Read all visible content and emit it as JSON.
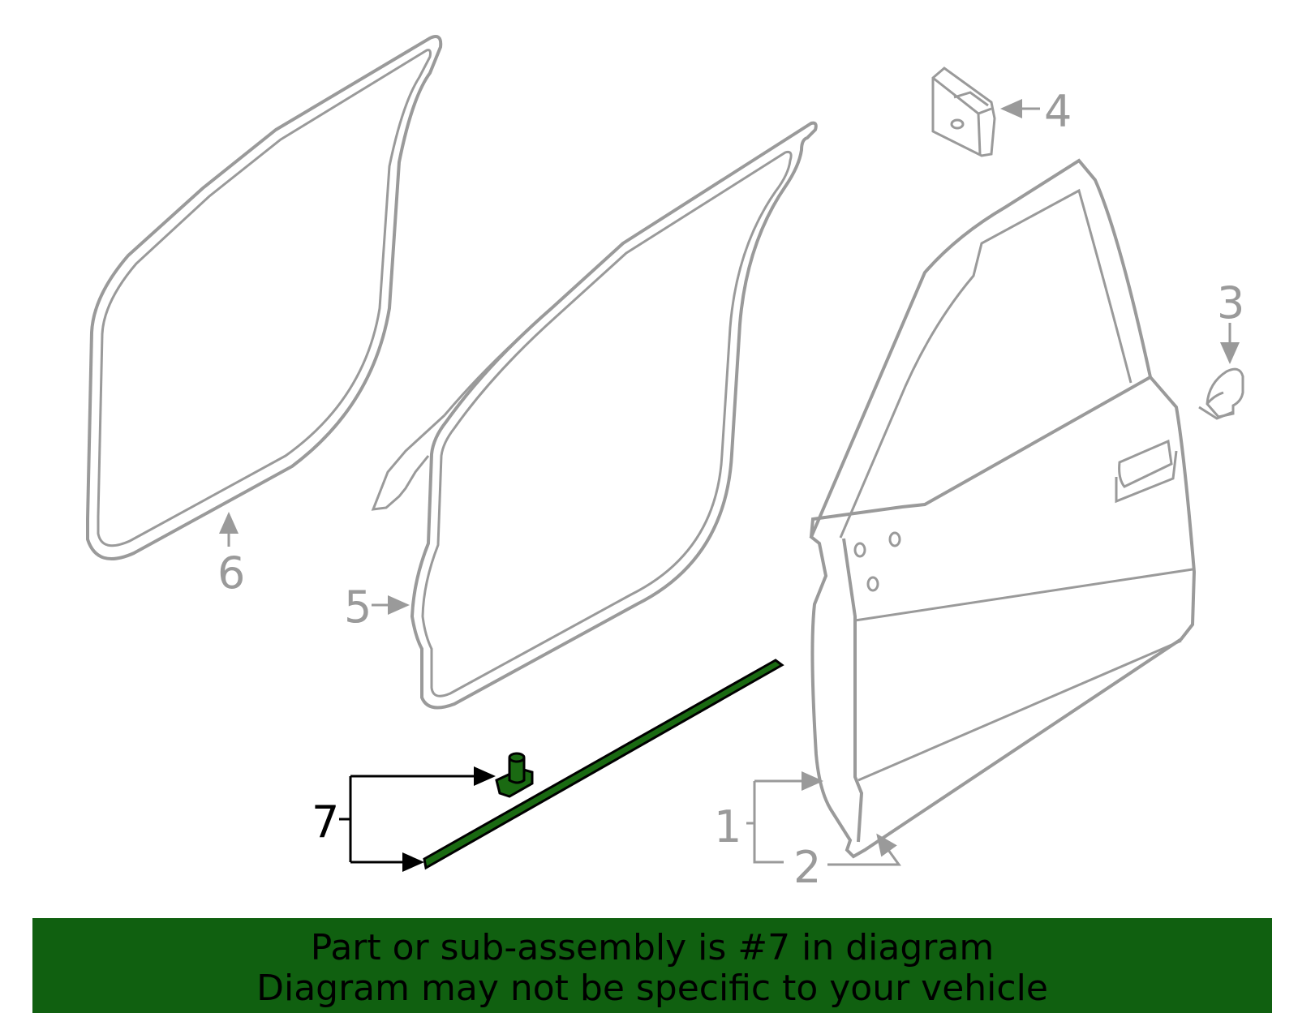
{
  "diagram": {
    "callouts": [
      {
        "id": "1",
        "label": "1",
        "color": "#9a9a9a"
      },
      {
        "id": "2",
        "label": "2",
        "color": "#9a9a9a"
      },
      {
        "id": "3",
        "label": "3",
        "color": "#9a9a9a"
      },
      {
        "id": "4",
        "label": "4",
        "color": "#9a9a9a"
      },
      {
        "id": "5",
        "label": "5",
        "color": "#9a9a9a"
      },
      {
        "id": "6",
        "label": "6",
        "color": "#9a9a9a"
      },
      {
        "id": "7",
        "label": "7",
        "color": "#000000"
      }
    ],
    "highlight_part": "7",
    "highlight_color": "#1a6a12",
    "line_color": "#9a9a9a"
  },
  "banner": {
    "line1": "Part or sub-assembly is #7 in diagram",
    "line2": "Diagram may not be specific to your vehicle",
    "background": "#106010"
  }
}
